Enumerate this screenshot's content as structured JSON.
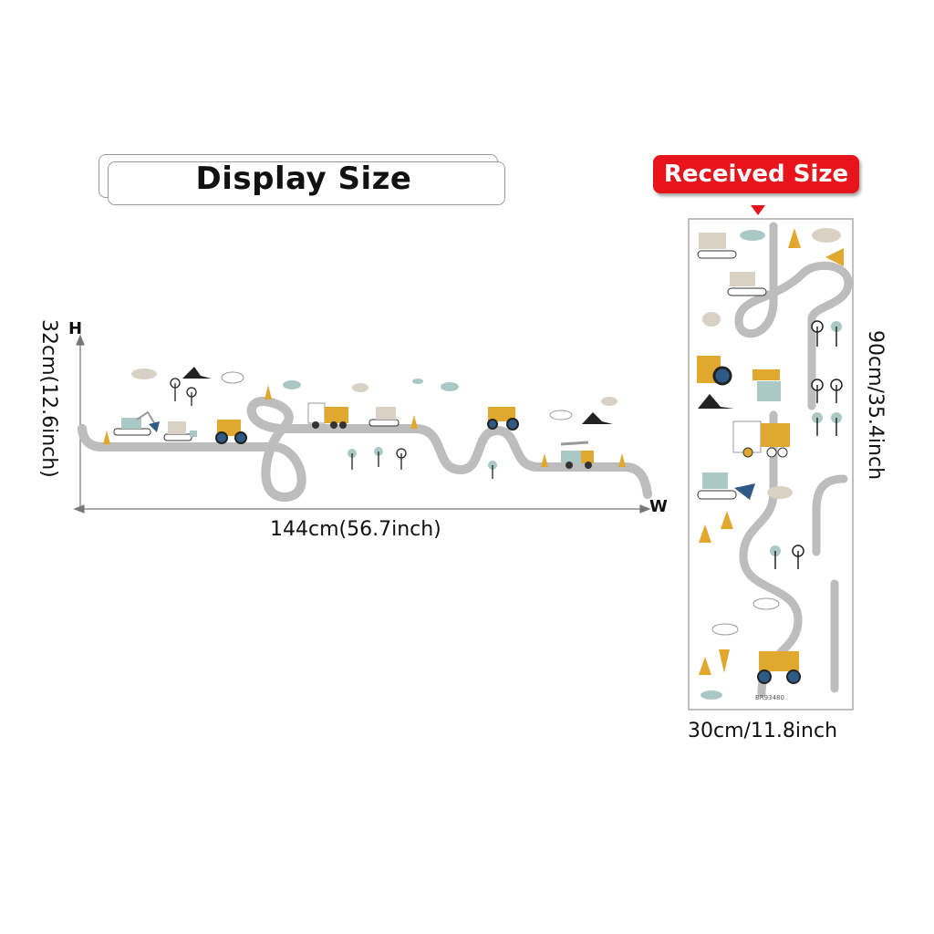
{
  "display": {
    "title": "Display Size",
    "height_label": "32cm(12.6inch)",
    "width_label": "144cm(56.7inch)",
    "h_axis": "H",
    "w_axis": "W"
  },
  "received": {
    "title": "Received Size",
    "height_label": "90cm/35.4inch",
    "width_label": "30cm/11.8inch",
    "sku": "BR93480"
  },
  "colors": {
    "badge": "#e8141b",
    "road": "#bdbdbd",
    "yellow": "#e0a82e",
    "blue": "#2f5a86",
    "mint": "#a9c8c6",
    "beige": "#d9d2c4"
  }
}
